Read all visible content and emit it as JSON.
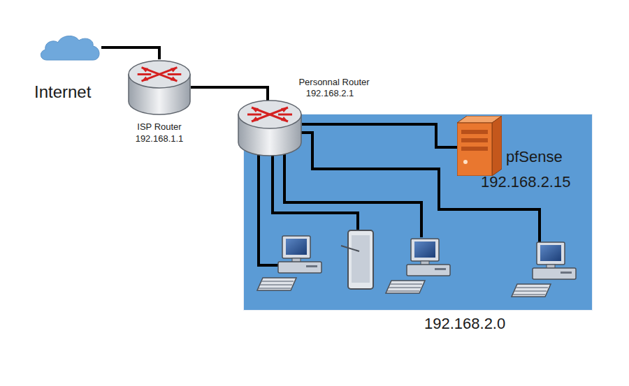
{
  "diagram": {
    "nodes": [
      {
        "text": [
          "Internet"
        ]
      },
      {
        "text": [
          "ISP Router",
          "192.168.1.1"
        ]
      },
      {
        "text": [
          "Personnal Router",
          "192.168.2.1"
        ]
      },
      {
        "text": [
          "192.168.2.0"
        ]
      },
      {
        "text": [
          "pfSense",
          "192.168.2.15"
        ],
        "in": 3
      }
    ],
    "edges": [
      {
        "from": 0,
        "to": 1,
        "arrow": "none"
      },
      {
        "from": 1,
        "to": 2,
        "arrow": "none"
      },
      {
        "from": 2,
        "to": 4,
        "arrow": "none"
      }
    ]
  }
}
